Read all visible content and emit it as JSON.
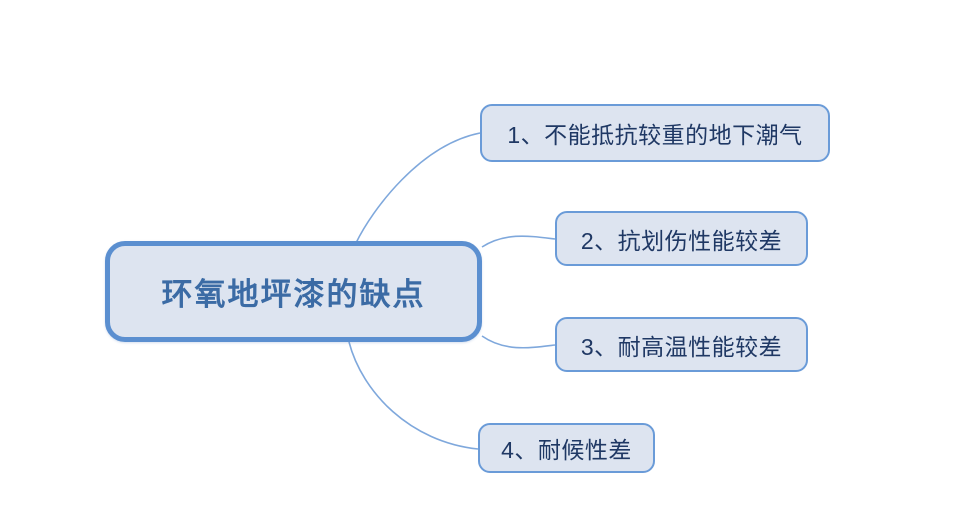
{
  "diagram": {
    "type": "mind-map",
    "title": "环氧地坪漆的缺点",
    "background_color": "#ffffff",
    "root": {
      "label": "环氧地坪漆的缺点",
      "fill_color": "#dde4f0",
      "border_color": "#5b8fd0",
      "text_color": "#3b6ba5"
    },
    "branches": [
      {
        "index": "1",
        "label": "1、不能抵抗较重的地下潮气",
        "fill_color": "#dde4f0",
        "border_color": "#6a9bd8",
        "text_color": "#1f3864"
      },
      {
        "index": "2",
        "label": "2、抗划伤性能较差",
        "fill_color": "#dde4f0",
        "border_color": "#6a9bd8",
        "text_color": "#1f3864"
      },
      {
        "index": "3",
        "label": "3、耐高温性能较差",
        "fill_color": "#dde4f0",
        "border_color": "#6a9bd8",
        "text_color": "#1f3864"
      },
      {
        "index": "4",
        "label": "4、耐候性差",
        "fill_color": "#dde4f0",
        "border_color": "#6a9bd8",
        "text_color": "#1f3864"
      }
    ],
    "connector_color": "#7fa8dc"
  }
}
